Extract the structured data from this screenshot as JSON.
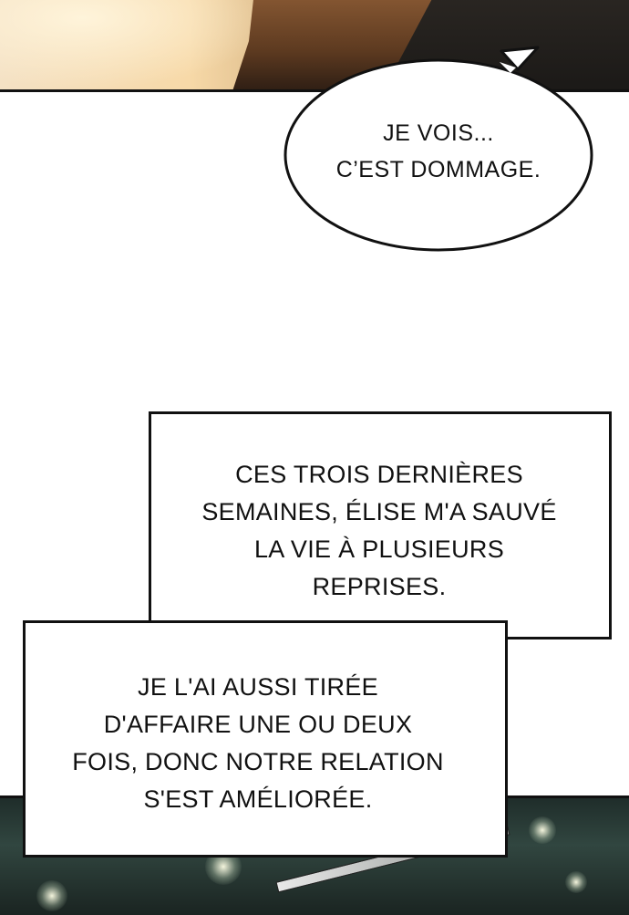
{
  "speech_bubble": {
    "lines": [
      "JE VOIS...",
      "C’EST DOMMAGE."
    ]
  },
  "caption_1": {
    "lines": [
      "CES TROIS DERNIÈRES",
      "SEMAINES, ÉLISE M'A SAUVÉ",
      "LA VIE À PLUSIEURS",
      "REPRISES."
    ]
  },
  "caption_2": {
    "lines": [
      "JE L'AI AUSSI TIRÉE",
      "D'AFFAIRE UNE OU DEUX",
      "FOIS, DONC NOTRE RELATION",
      "S'EST AMÉLIORÉE."
    ]
  },
  "colors": {
    "ink": "#111111",
    "paper": "#ffffff",
    "top_panel_warm": "#f7d9a8",
    "bottom_panel_dark": "#314640"
  }
}
